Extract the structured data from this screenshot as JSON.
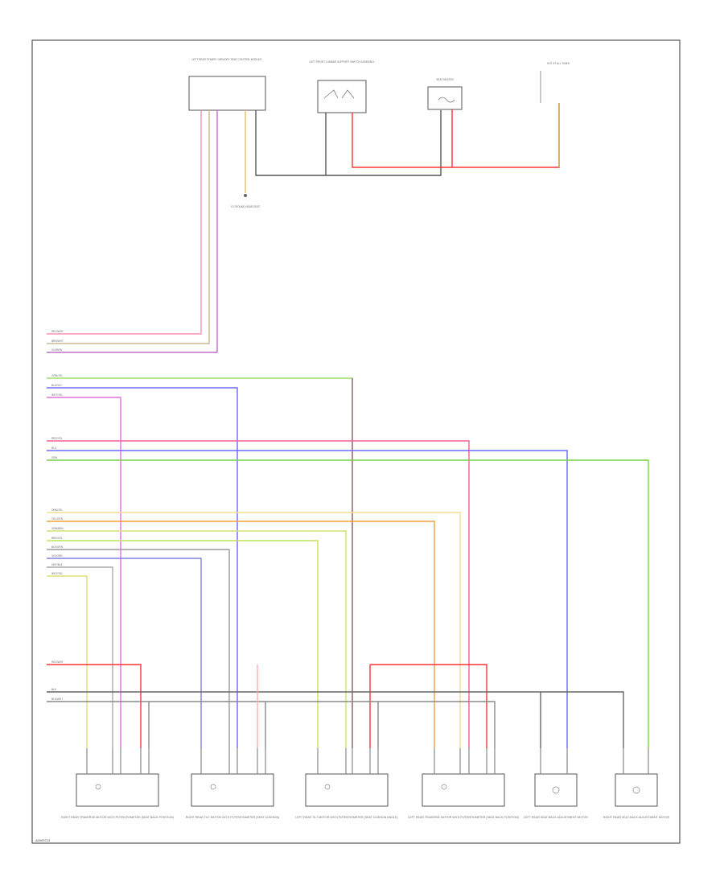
{
  "diagram": {
    "footer": "A0000713",
    "colors": {
      "pink": "#ff8fb4",
      "tan": "#c8b898",
      "olive": "#a59a5e",
      "purple": "#c070c8",
      "green": "#9fe06a",
      "blue": "#6a6aff",
      "magenta": "#e070e0",
      "red": "#ff3333",
      "yellow": "#f0e060",
      "orange": "#f0a040",
      "gray": "#888888",
      "black": "#444444",
      "brown": "#a06040",
      "lightgreen": "#7ad040"
    },
    "top_components": [
      {
        "id": "control-module",
        "label": "LEFT REAR POWER / MEMORY SEAT CONTROL MODULE"
      },
      {
        "id": "lumbar-switch",
        "label": "LEFT FRONT LUMBAR SUPPORT SWITCH ASSEMBLY"
      },
      {
        "id": "fuse",
        "label": "SEAT HEATER"
      },
      {
        "id": "hot-at-all-times",
        "label": "HOT AT ALL TIMES"
      }
    ],
    "ground_label": "G  GROUND NEAR SEAT",
    "wire_bundles": [
      {
        "id": "bundle-a",
        "labels": [
          "RED/WHT",
          "BRN/WHT",
          "VIO/BRN"
        ]
      },
      {
        "id": "bundle-b",
        "labels": [
          "GRN/YEL",
          "BLU/VIO",
          "WHT/YEL"
        ]
      },
      {
        "id": "bundle-c",
        "labels": [
          "RED/YEL",
          "BLU",
          "GRN"
        ]
      },
      {
        "id": "bundle-d",
        "labels": [
          "ORN/YEL",
          "YEL/ORN",
          "GRN/BRN",
          "BRN/YEL",
          "BLK/GRN",
          "VIO/GRN",
          "GRY/BLK",
          "WHT/YEL"
        ]
      },
      {
        "id": "bundle-e",
        "labels": [
          "RED/WHT",
          "BLK",
          "BLK/WHT"
        ]
      }
    ],
    "bottom_components": [
      {
        "id": "comp-1",
        "caption": "RIGHT REAR TRAVERSE MOTOR WITH POTENTIOMETER (SEAT BACK POSITION)"
      },
      {
        "id": "comp-2",
        "caption": "RIGHT REAR TILT MOTOR WITH POTENTIOMETER (SEAT CUSHION)"
      },
      {
        "id": "comp-3",
        "caption": "LEFT REAR TILT MOTOR WITH POTENTIOMETER (SEAT CUSHION ANGLE)"
      },
      {
        "id": "comp-4",
        "caption": "LEFT REAR TRAVERSE MOTOR WITH POTENTIOMETER (SEAT BACK POSITION)"
      },
      {
        "id": "comp-5",
        "caption": "LEFT REAR SEAT BACK ADJUSTMENT MOTOR"
      },
      {
        "id": "comp-6",
        "caption": "RIGHT REAR SEAT BACK ADJUSTMENT MOTOR"
      }
    ]
  }
}
